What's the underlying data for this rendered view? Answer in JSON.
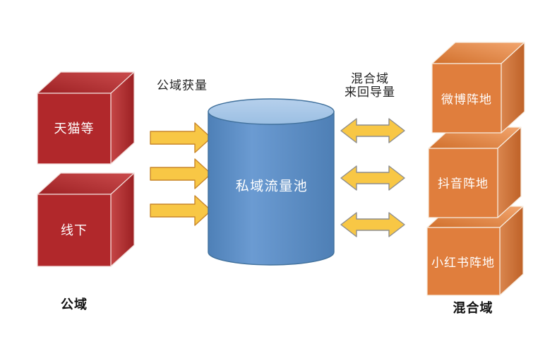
{
  "diagram": {
    "title_none": "",
    "left_group": {
      "group_label": "公域",
      "flow_label": "公域获量",
      "nodes": [
        {
          "id": "tmall",
          "label": "天猫等"
        },
        {
          "id": "offline",
          "label": "线下"
        }
      ]
    },
    "center": {
      "label": "私域流量池",
      "shape": "cylinder"
    },
    "right_group": {
      "group_label": "混合域",
      "flow_label_line1": "混合域",
      "flow_label_line2": "来回导量",
      "nodes": [
        {
          "id": "weibo",
          "label": "微博阵地"
        },
        {
          "id": "douyin",
          "label": "抖音阵地"
        },
        {
          "id": "xiaohongshu",
          "label": "小红书阵地"
        }
      ]
    },
    "colors": {
      "cube_red_front": "#b1282b",
      "cube_orange_front": "#e07e3d",
      "cylinder_top": "#a7c5e6",
      "cylinder_body_base": "#5d8fc7",
      "arrow_fill": "#f8c745",
      "arrow_outline_left": "#c8862b",
      "arrow_outline_right": "#8e8e8e",
      "label_dark": "#1f1f1f",
      "background": "#ffffff"
    }
  }
}
